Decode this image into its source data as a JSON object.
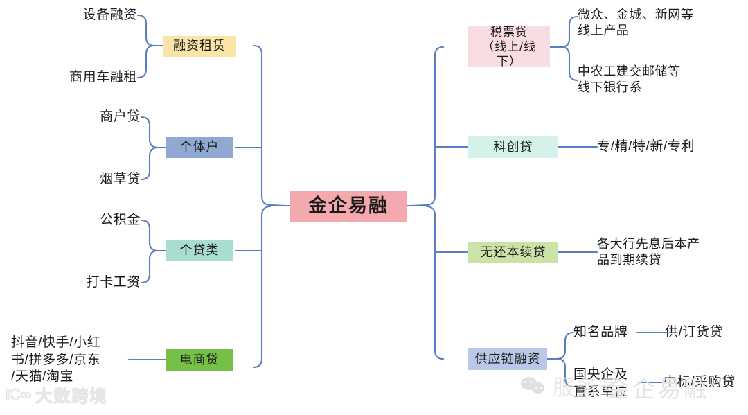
{
  "diagram": {
    "type": "mind-map",
    "root": {
      "label": "金企易融",
      "color": "#f4a9ae"
    },
    "left_branches": [
      {
        "label": "融资租赁",
        "color": "#fbe5a6",
        "children": [
          "设备融资",
          "商用车融租"
        ]
      },
      {
        "label": "个体户",
        "color": "#8fa9d3",
        "children": [
          "商户贷",
          "烟草贷"
        ]
      },
      {
        "label": "个贷类",
        "color": "#a9ddd1",
        "children": [
          "公积金",
          "打卡工资"
        ]
      },
      {
        "label": "电商贷",
        "color": "#76c047",
        "children": [
          "抖音/快手/小红\n书/拼多多/京东\n/天猫/淘宝"
        ]
      }
    ],
    "right_branches": [
      {
        "label": "税票贷\n（线上/线下）",
        "color": "#f7dce2",
        "children": [
          "微众、金城、新网等\n线上产品",
          "中农工建交邮储等\n线下银行系"
        ]
      },
      {
        "label": "科创贷",
        "color": "#d4f1ea",
        "children": [
          "专/精/特/新/专利"
        ]
      },
      {
        "label": "无还本续贷",
        "color": "#cbe3a7",
        "children": [
          "各大行先息后本产\n品到期续贷"
        ]
      },
      {
        "label": "供应链融资",
        "color": "#b9c8e8",
        "children": [
          "知名品牌",
          "国央企及\n直系单位"
        ],
        "grandchildren": [
          "供/订货贷",
          "中标/采购贷"
        ]
      }
    ],
    "line_color": "#5a7fc0"
  },
  "watermarks": {
    "brand_mark": "IC∞",
    "brand_text": "大数跨境",
    "wechat_text": "服务号",
    "wechat_account": "金企易融"
  }
}
